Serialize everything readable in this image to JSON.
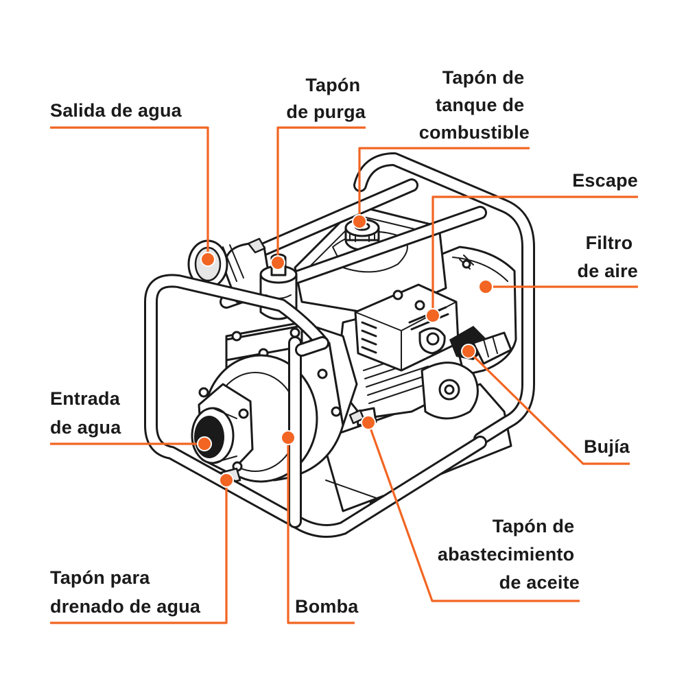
{
  "accent_color": "#f26522",
  "text_color": "#1a1a1a",
  "labels": {
    "salida_agua": [
      "Salida de agua"
    ],
    "tapon_purga": [
      "Tapón",
      "de purga"
    ],
    "tapon_tanque": [
      "Tapón de",
      "tanque de",
      "combustible"
    ],
    "escape": [
      "Escape"
    ],
    "filtro_aire": [
      "Filtro",
      "de aire"
    ],
    "entrada_agua": [
      "Entrada",
      "de agua"
    ],
    "bujia": [
      "Bujía"
    ],
    "tapon_aceite": [
      "Tapón de",
      "abastecimiento",
      "de aceite"
    ],
    "tapon_drenado": [
      "Tapón para",
      "drenado de agua"
    ],
    "bomba": [
      "Bomba"
    ]
  },
  "icons": {
    "illustration": "water-pump-illustration"
  }
}
